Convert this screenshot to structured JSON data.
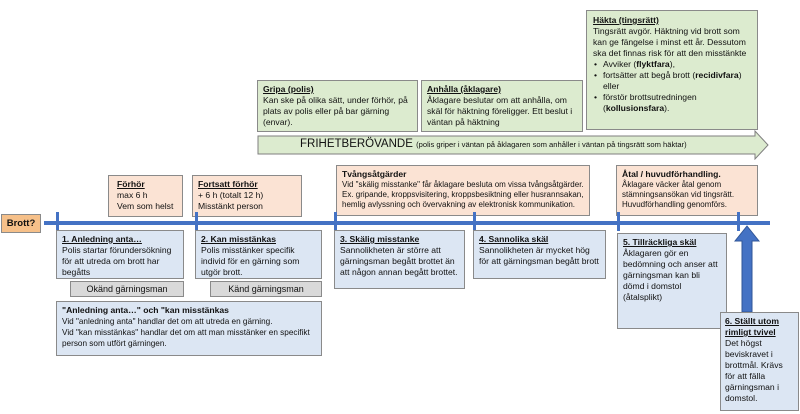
{
  "start_label": "Brott?",
  "hakta": {
    "title": "Häkta (tingsrätt)",
    "lines": [
      "Tingsrätt avgör. Häktning vid brott som kan ge fängelse i minst ett år. Dessutom ska det finnas risk för att den misstänkte"
    ],
    "bullets": [
      {
        "pre": "Avviker (",
        "bold": "flyktfara",
        "post": "),"
      },
      {
        "pre": "fortsätter att begå brott (",
        "bold": "recidivfara",
        "post": ") eller"
      },
      {
        "pre": "förstör brottsutredningen (",
        "bold": "kollusionsfara",
        "post": ")."
      }
    ]
  },
  "gripa": {
    "title": "Gripa (polis)",
    "text": "Kan ske på olika sätt, under förhör, på plats av polis eller på bar gärning (envar)."
  },
  "anhalla": {
    "title": "Anhålla (åklagare)",
    "text": "Åklagare beslutar om att anhålla, om skäl för häktning föreligger. Ett beslut i väntan på häktning"
  },
  "frihet": {
    "main": "FRIHETBERÖVANDE",
    "sub": "(polis griper i väntan på åklagaren som anhåller i väntan på tingsrätt som häktar)"
  },
  "forhor": {
    "title": "Förhör",
    "l1": "max 6 h",
    "l2": "Vem som helst"
  },
  "fortsatt": {
    "title": "Fortsatt förhör",
    "l1": "+ 6 h (totalt 12 h)",
    "l2": "Misstänkt person"
  },
  "tvang": {
    "title": "Tvångsåtgärder",
    "text": "Vid \"skälig misstanke\" får åklagare besluta om vissa tvångsåtgärder. Ex. gripande, kroppsvisitering, kroppsbesiktning eller husrannsakan, hemlig avlyssning och övervakning av elektronisk kommunikation."
  },
  "atal": {
    "title": "Åtal / huvudförhandling.",
    "text": "Åklagare väcker åtal genom stämningsansökan vid tingsrätt. Huvudförhandling genomförs."
  },
  "steps": [
    {
      "title": "1. Anledning anta…",
      "text": "Polis startar förundersökning för att utreda om brott har begåtts"
    },
    {
      "title": "2. Kan misstänkas",
      "text": "Polis misstänker specifik individ för en gärning som utgör brott."
    },
    {
      "title": "3. Skälig misstanke",
      "text": "Sannolikheten är större att gärningsman begått brottet än att någon annan begått brottet."
    },
    {
      "title": "4. Sannolika skäl",
      "text": "Sannolikheten är mycket hög för att gärningsman begått brott"
    },
    {
      "title": "5. Tillräckliga skäl",
      "text": "Åklagaren gör en bedömning och anser att gärningsman kan bli dömd i domstol (åtalsplikt)"
    },
    {
      "title": "6. Ställt utom rimligt tvivel",
      "text": "Det högst beviskravet i brottmål. Krävs för att fälla gärningsman i domstol."
    }
  ],
  "okand": "Okänd gärningsman",
  "kand": "Känd gärningsman",
  "anledning_note": {
    "title": "\"Anledning anta…\" och \"kan misstänkas",
    "l1": "Vid \"anledning anta\" handlar det om att utreda en gärning.",
    "l2": "Vid \"kan misstänkas\" handlar det om att man misstänker en specifikt person som utfört gärningen."
  },
  "colors": {
    "timeline": "#4472c4",
    "green": "#dcebcf",
    "peach": "#fbe3d4",
    "blue": "#dce6f3",
    "start": "#f6c089"
  }
}
